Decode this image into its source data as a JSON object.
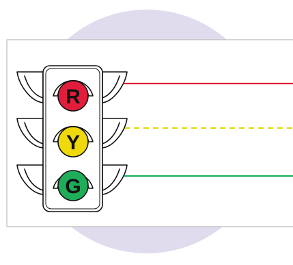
{
  "lights": [
    {
      "letter": "R",
      "color": "#e21d3c",
      "line_color": "#e0203a",
      "line_style": "solid"
    },
    {
      "letter": "Y",
      "color": "#efd80b",
      "line_color": "#e3d80a",
      "line_style": "dashed"
    },
    {
      "letter": "G",
      "color": "#1fad5a",
      "line_color": "#1fad5a",
      "line_style": "solid"
    }
  ],
  "colors": {
    "background_circle": "#e1dced",
    "card": "#ffffff",
    "card_border": "#b9b9b9",
    "outline": "#111111",
    "housing": "#ffffff"
  }
}
